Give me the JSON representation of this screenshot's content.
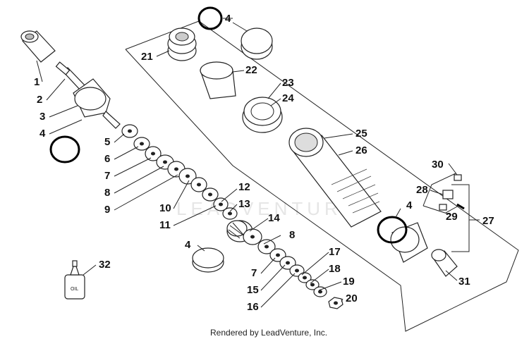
{
  "callouts": [
    "1",
    "2",
    "3",
    "4",
    "5",
    "6",
    "7",
    "8",
    "9",
    "10",
    "11",
    "12",
    "13",
    "14",
    "15",
    "16",
    "17",
    "18",
    "19",
    "20",
    "21",
    "22",
    "23",
    "24",
    "25",
    "26",
    "27",
    "28",
    "29",
    "30",
    "31",
    "32"
  ],
  "oil_bottle_label": "OIL",
  "watermark": "LEADVENTURE",
  "footer": "Rendered by LeadVenture, Inc."
}
